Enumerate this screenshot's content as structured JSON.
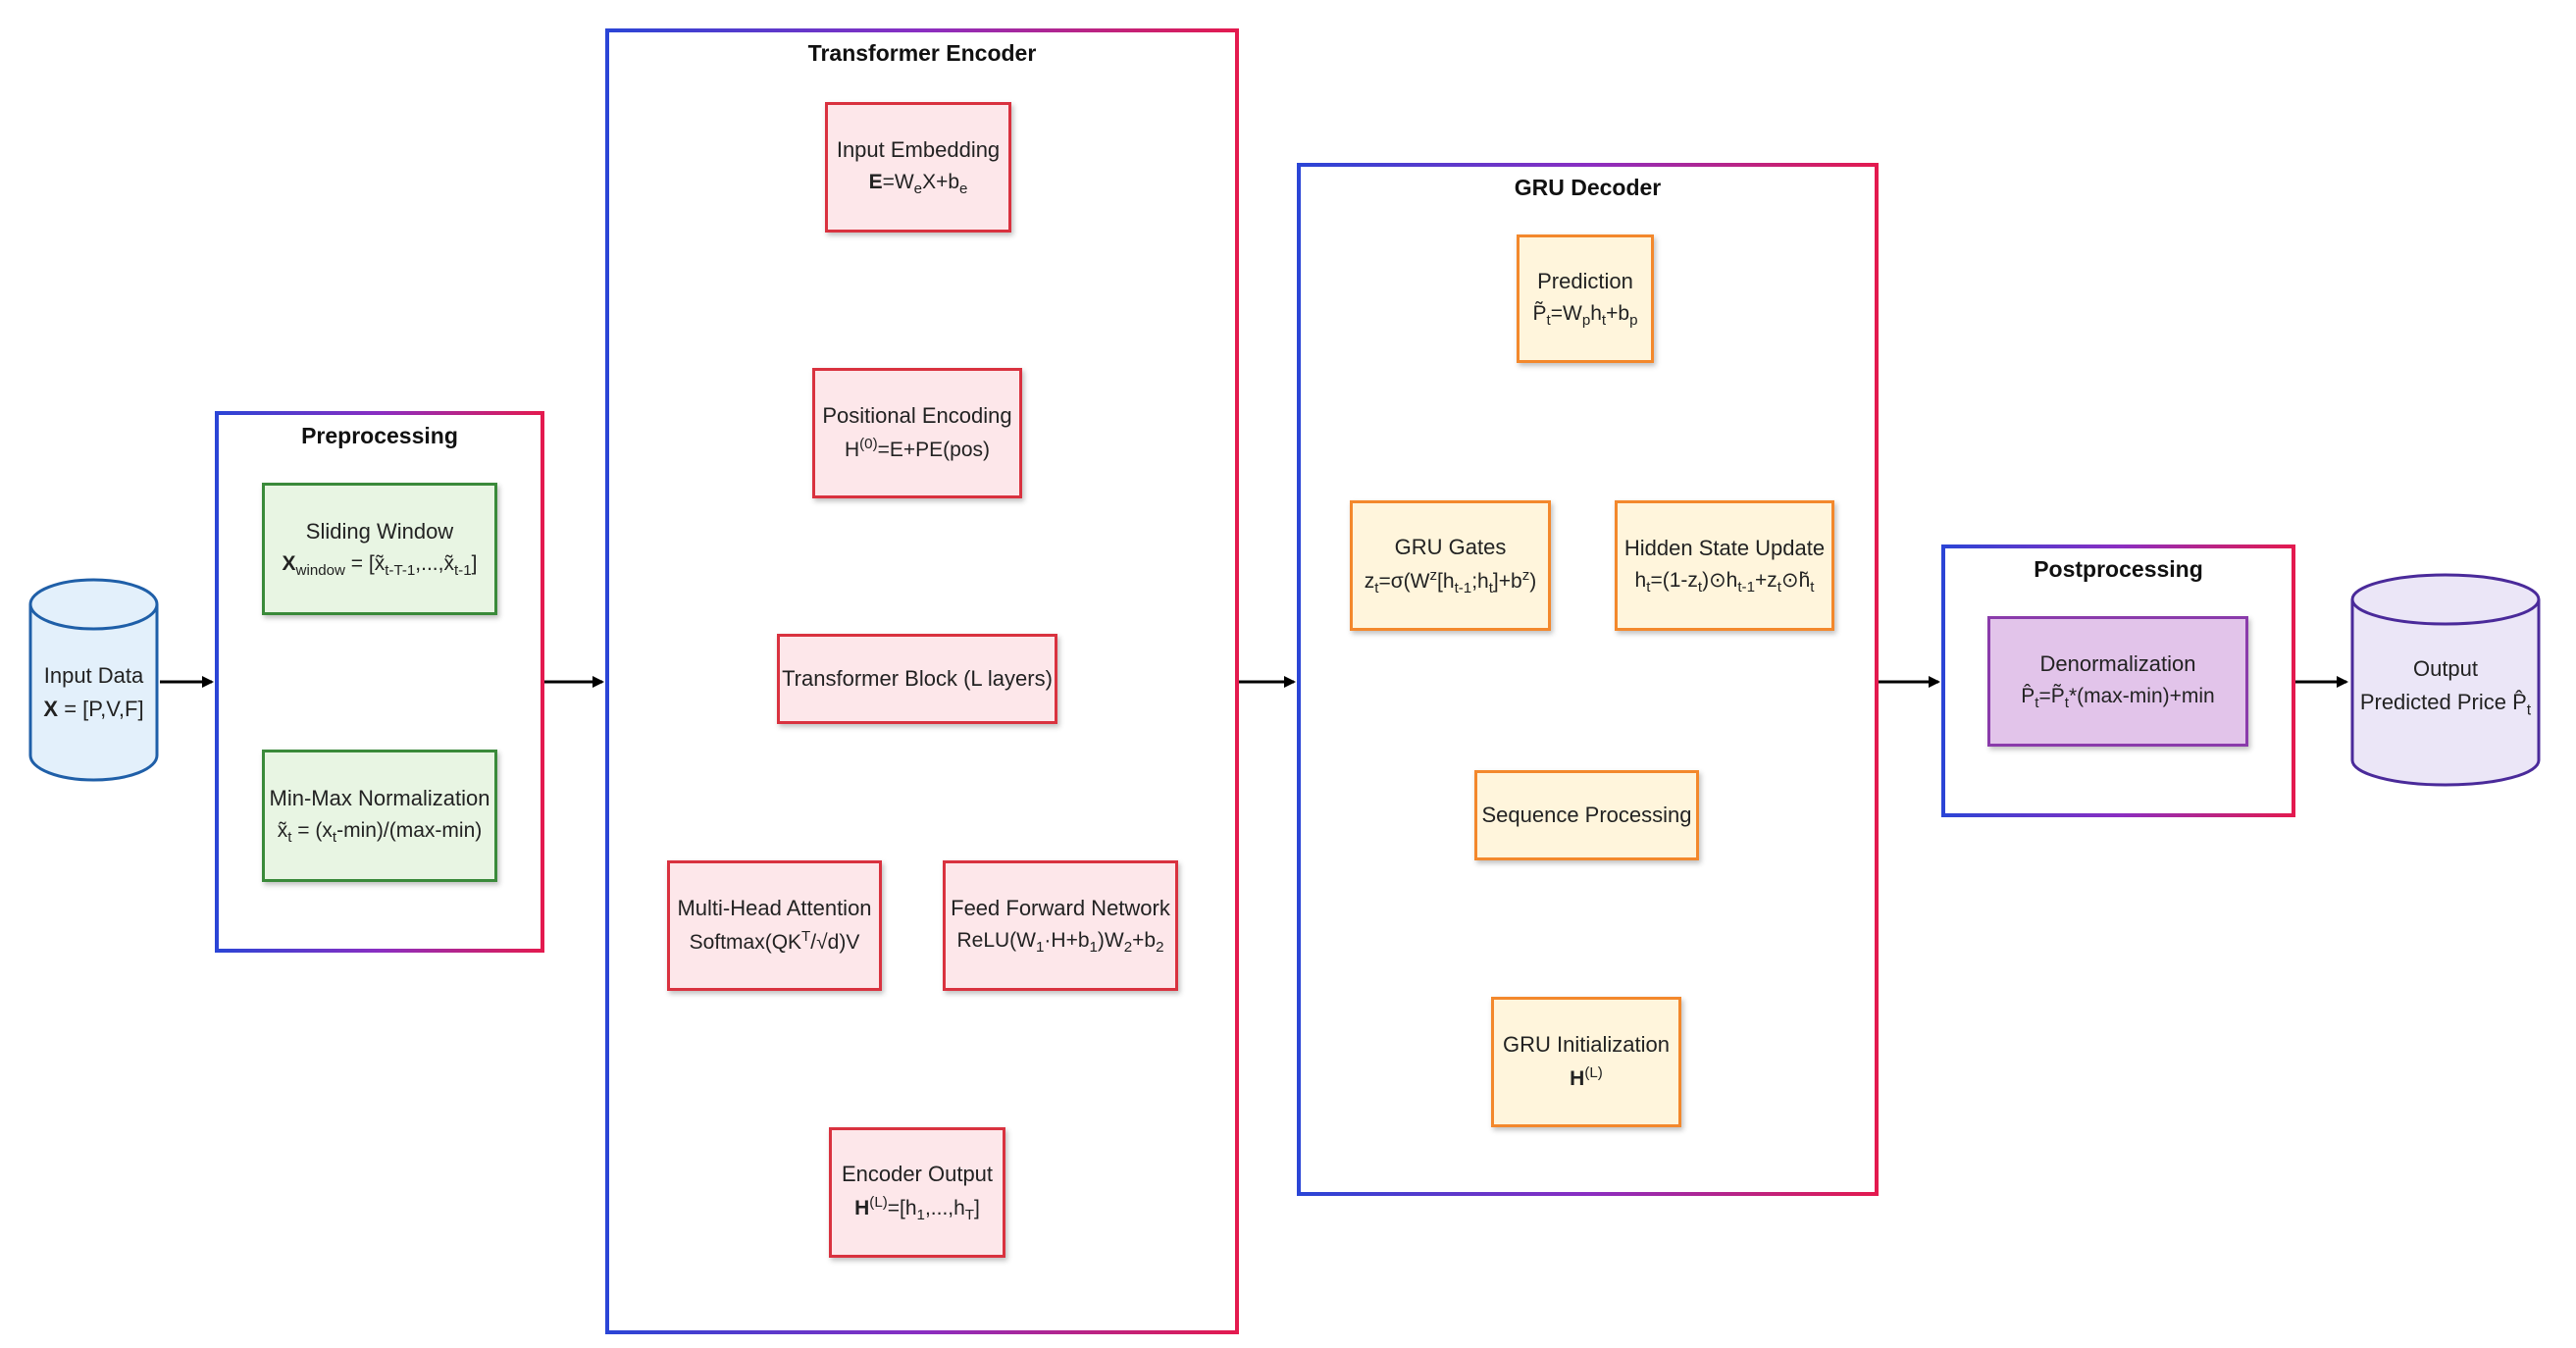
{
  "groups": {
    "preprocessing": "Preprocessing",
    "encoder": "Transformer Encoder",
    "decoder": "GRU Decoder",
    "postprocessing": "Postprocessing"
  },
  "input": {
    "label": "Input Data",
    "formula_var": "X",
    "formula_rest": " = [P,V,F]"
  },
  "preprocessing": {
    "sliding_window": {
      "label": "Sliding Window",
      "formula_var": "X",
      "formula_sub": "window",
      "formula_rest": " = [x̃",
      "formula_sub2": "t-T-1",
      "formula_mid": ",...,x̃",
      "formula_sub3": "t-1",
      "formula_end": "]"
    },
    "minmax": {
      "label": "Min-Max Normalization",
      "f1": "x̃",
      "f1_sub": "t",
      "f2": " = (x",
      "f2_sub": "t",
      "f3": "-min)/(max-min)"
    }
  },
  "encoder": {
    "embedding": {
      "label": "Input Embedding",
      "f_bold": "E",
      "f1": "=W",
      "f1_sub": "e",
      "f2": "X+b",
      "f2_sub": "e"
    },
    "positional": {
      "label": "Positional Encoding",
      "f1": "H",
      "f1_sup": "(0)",
      "f2": "=E+PE(pos)"
    },
    "block": {
      "label": "Transformer Block (L layers)"
    },
    "attention": {
      "label": "Multi-Head Attention",
      "f1": "Softmax(QK",
      "f1_sup": "T",
      "f2": "/√d)V"
    },
    "ffn": {
      "label": "Feed Forward Network",
      "f1": "ReLU(W",
      "f1_sub": "1",
      "f2": "·H+b",
      "f2_sub": "1",
      "f3": ")W",
      "f3_sub": "2",
      "f4": "+b",
      "f4_sub": "2"
    },
    "output": {
      "label": "Encoder Output",
      "f_bold": "H",
      "f_sup": "(L)",
      "f1": "=[h",
      "f1_sub": "1",
      "f2": ",...,h",
      "f2_sub": "T",
      "f3": "]"
    }
  },
  "decoder": {
    "prediction": {
      "label": "Prediction",
      "f1": "P̃",
      "f1_sub": "t",
      "f2": "=W",
      "f2_sub": "p",
      "f3": "h",
      "f3_sub": "t",
      "f4": "+b",
      "f4_sub": "p"
    },
    "gates": {
      "label": "GRU Gates",
      "f1": "z",
      "f1_sub": "t",
      "f2": "=σ(W",
      "f2_sup": "z",
      "f3": "[h",
      "f3_sub": "t-1",
      "f4": ";h",
      "f4_sub": "t",
      "f5": "]+b",
      "f5_sup": "z",
      "f6": ")"
    },
    "hidden": {
      "label": "Hidden State Update",
      "f1": "h",
      "f1_sub": "t",
      "f2": "=(1-z",
      "f2_sub": "t",
      "f3": ")⊙h",
      "f3_sub": "t-1",
      "f4": "+z",
      "f4_sub": "t",
      "f5": "⊙h̃",
      "f5_sub": "t"
    },
    "sequence": {
      "label": "Sequence Processing"
    },
    "init": {
      "label": "GRU Initialization",
      "f_bold": "H",
      "f_sup": "(L)"
    }
  },
  "postprocessing": {
    "denorm": {
      "label": "Denormalization",
      "f1": "P̂",
      "f1_sub": "t",
      "f2": "=P̃",
      "f2_sub": "t",
      "f3": "*(max-min)+min"
    }
  },
  "output": {
    "label": "Output",
    "line2": "Predicted Price P̂",
    "line2_sub": "t"
  },
  "colors": {
    "gradient_start": "#2a45d6",
    "gradient_end": "#e41a4e",
    "green_fill": "#e8f5e3",
    "green_border": "#3a8a3a",
    "red_fill": "#fde7ea",
    "red_border": "#d9323f",
    "orange_fill": "#fff5dc",
    "orange_border": "#f3882c",
    "purple_fill": "#e2c4ea",
    "purple_border": "#8a3bab",
    "input_fill": "#e3f0fb",
    "input_border": "#1f5fa8",
    "output_fill": "#ebe6f7",
    "output_border": "#4a2a9a"
  }
}
